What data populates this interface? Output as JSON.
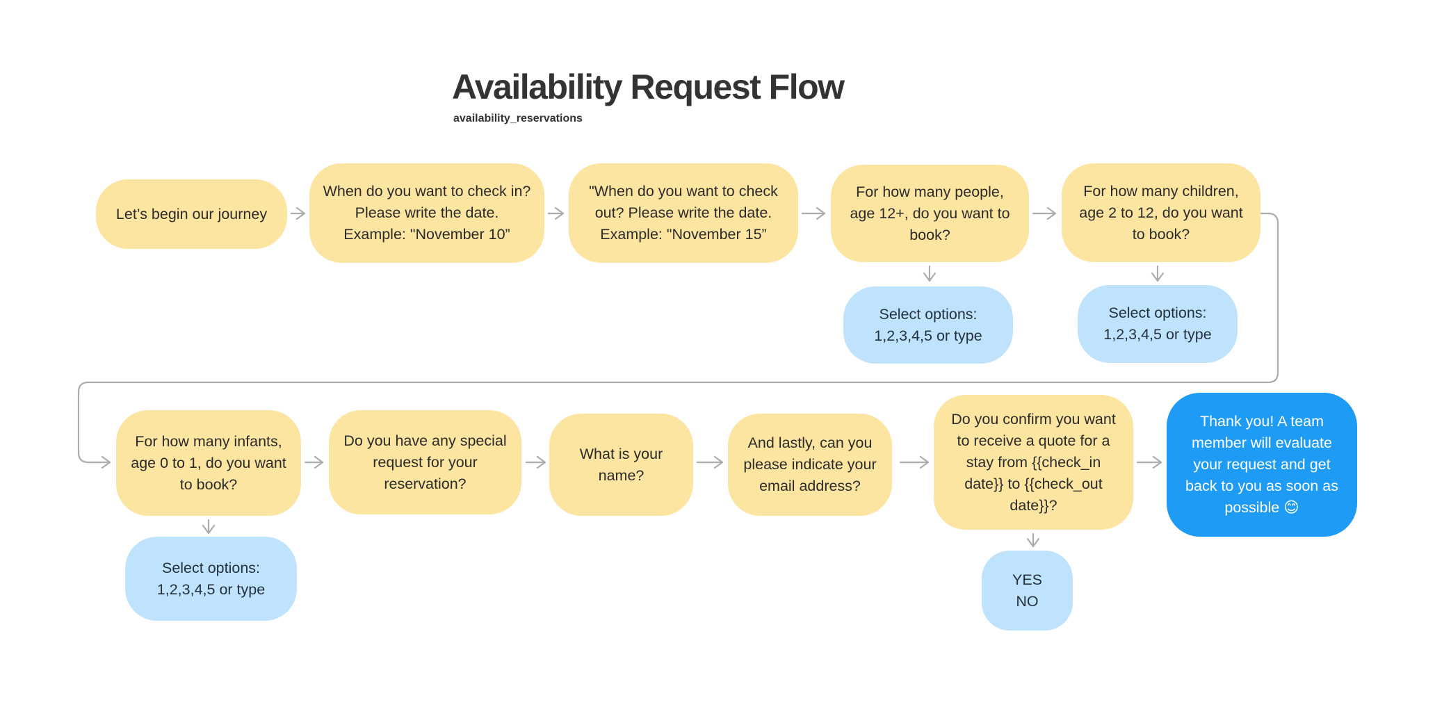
{
  "header": {
    "title": "Availability Request Flow",
    "subtitle": "availability_reservations"
  },
  "colors": {
    "background": "#FFFFFF",
    "title_text": "#333333",
    "question_bg": "#FCE5A1",
    "question_text": "#2B2B2B",
    "option_bg": "#BFE3FC",
    "option_text": "#24313F",
    "final_bg": "#1E9BF4",
    "final_text": "#FFFFFF",
    "arrow": "#ACACAC"
  },
  "nodes": {
    "journey": {
      "type": "question",
      "text": "Let’s begin our journey"
    },
    "check_in": {
      "type": "question",
      "text": "When do you want to check in? Please write the date. Example: \"November 10”"
    },
    "check_out": {
      "type": "question",
      "text": "\"When do you want to check out? Please write the date. Example: \"November 15”"
    },
    "people": {
      "type": "question",
      "text": "For how many people, age 12+, do you want to book?"
    },
    "children": {
      "type": "question",
      "text": "For how many children, age 2 to 12, do you want to book?"
    },
    "select_people": {
      "type": "options",
      "text": "Select options: 1,2,3,4,5 or type"
    },
    "select_children": {
      "type": "options",
      "text": "Select options: 1,2,3,4,5 or type"
    },
    "infants": {
      "type": "question",
      "text": "For how many infants, age 0 to 1, do you want to book?"
    },
    "select_infants": {
      "type": "options",
      "text": "Select options: 1,2,3,4,5 or type"
    },
    "special_request": {
      "type": "question",
      "text": "Do you have any special request for your reservation?"
    },
    "name": {
      "type": "question",
      "text": "What is your name?"
    },
    "email": {
      "type": "question",
      "text": "And lastly, can you please indicate your email address?"
    },
    "confirm": {
      "type": "question",
      "text": "Do you confirm you want to receive a quote for a stay from {{check_in date}} to {{check_out date}}?"
    },
    "yes_no": {
      "type": "options",
      "yes": "YES",
      "no": "NO"
    },
    "thanks": {
      "type": "final",
      "text": "Thank you! A team member will evaluate your request and get back to you as soon as possible 😊"
    }
  }
}
